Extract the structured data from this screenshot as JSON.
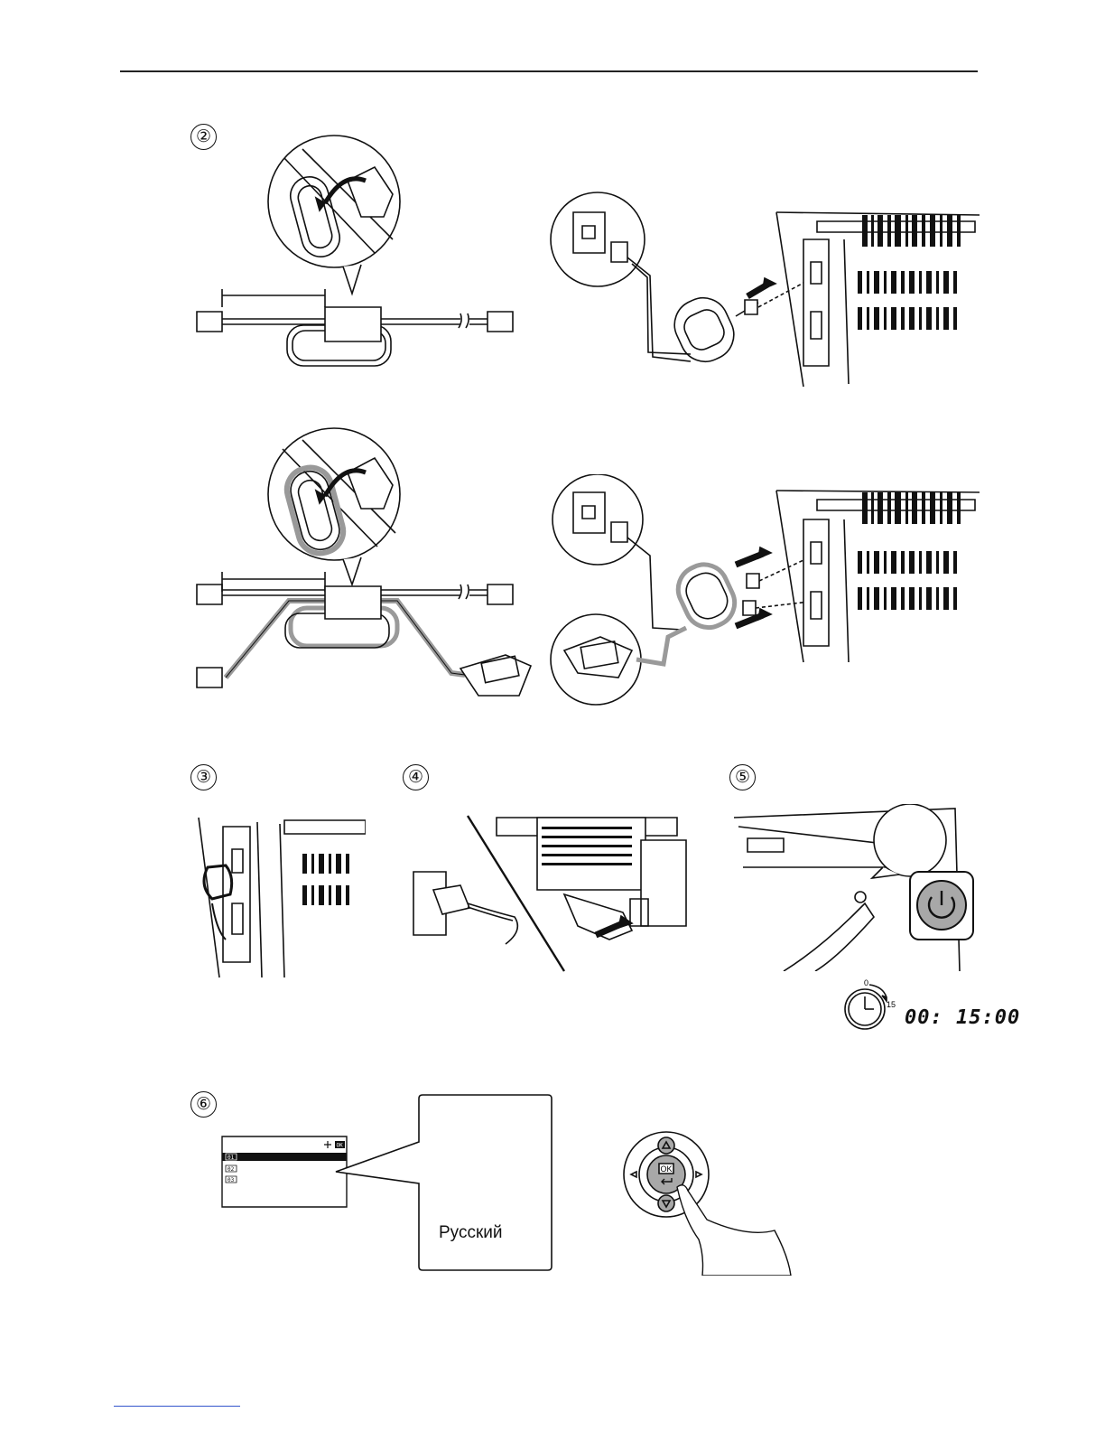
{
  "steps": [
    "②",
    "③",
    "④",
    "⑤",
    "⑥"
  ],
  "lcd": {
    "items": [
      "01",
      "02",
      "03"
    ],
    "ok_label": "OK"
  },
  "language_label": "Русский",
  "timer": {
    "start": "0",
    "end": "15",
    "display": "00: 15:00"
  },
  "keypad": {
    "ok_label": "OK"
  },
  "colors": {
    "line": "#111111",
    "cable_gray": "#9a9a9a",
    "key_gray": "#a8a8a8"
  }
}
